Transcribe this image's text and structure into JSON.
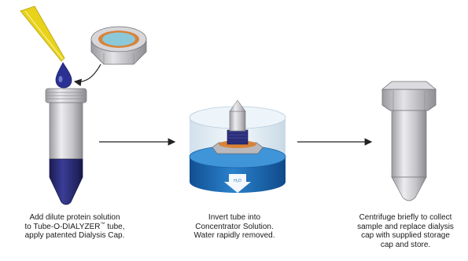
{
  "steps": [
    {
      "caption_lines": [
        "Add dilute protein solution",
        "to Tube-O-DIALYZER",
        "tube,",
        "apply patented Dialysis Cap."
      ],
      "trademark": "™"
    },
    {
      "caption_lines": [
        "Invert tube into",
        "Concentrator Solution.",
        "Water rapidly removed."
      ]
    },
    {
      "caption_lines": [
        "Centrifuge briefly to collect",
        "sample and replace dialysis",
        "cap with supplied storage",
        "cap and store."
      ]
    }
  ],
  "labels": {
    "solution_marker": "H₂O"
  },
  "colors": {
    "pipette": "#e8d21a",
    "tube_gray": "#cfcfd2",
    "tube_blue": "#2a2d7a",
    "concentrator_blue": "#1f6fb7",
    "cap_orange": "#d8833a",
    "cap_membrane": "#8cc9d8"
  }
}
